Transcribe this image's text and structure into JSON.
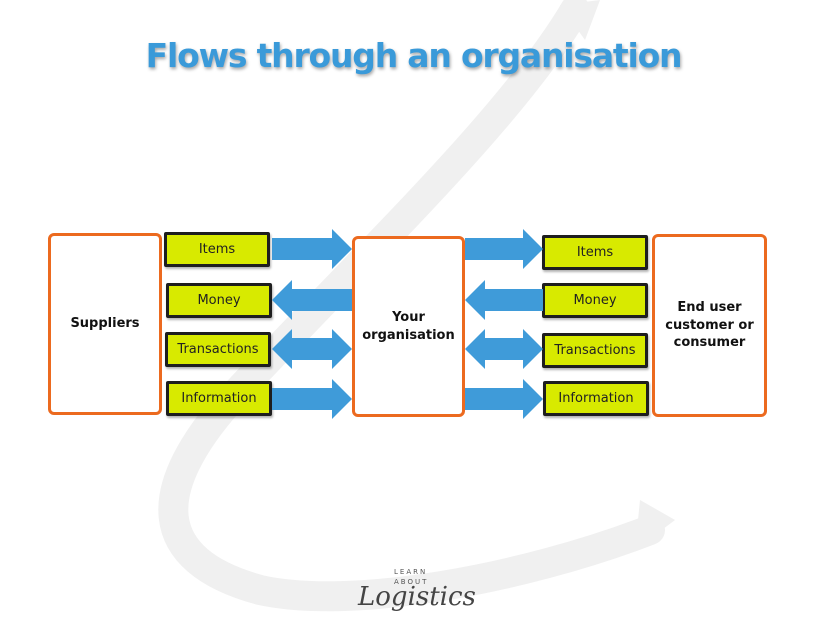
{
  "title": "Flows through an organisation",
  "entities": {
    "suppliers": "Suppliers",
    "your_org": "Your\norganisation",
    "end_user": "End user\ncustomer or\nconsumer"
  },
  "left_flows": [
    "Items",
    "Money",
    "Transactions",
    "Information"
  ],
  "right_flows": [
    "Items",
    "Money",
    "Transactions",
    "Information"
  ],
  "arrow_directions": [
    "right",
    "left",
    "both",
    "right"
  ],
  "colors": {
    "title": "#3a9ad9",
    "arrow": "#3f9bd9",
    "entity_border": "#ec6a1f",
    "flow_label_fill": "#d8ea00",
    "flow_label_border": "#1e1e1e"
  },
  "logo": {
    "top_text": "LEARN",
    "mid_text": "ABOUT",
    "script_text": "Logistics"
  }
}
